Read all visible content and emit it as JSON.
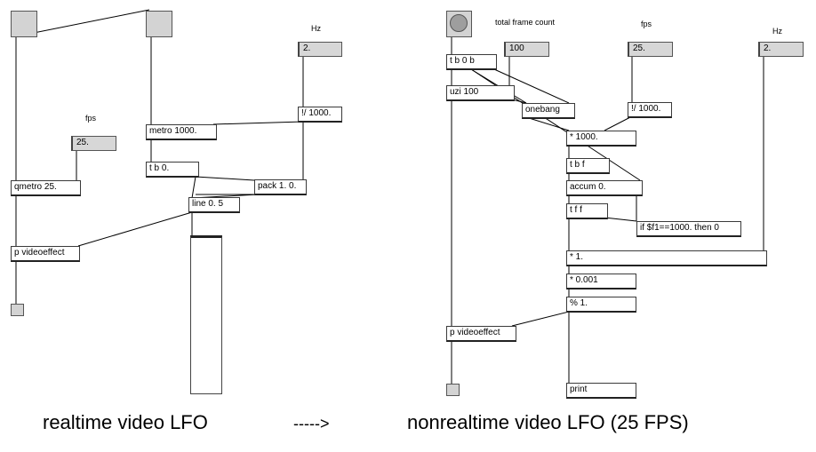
{
  "left_patch": {
    "labels": {
      "hz": "Hz",
      "fps": "fps"
    },
    "numbers": {
      "hz": "2.",
      "fps": "25."
    },
    "objects": {
      "metro": "metro 1000.",
      "div": "!/ 1000.",
      "tb": "t b 0.",
      "pack": "pack 1. 0.",
      "line": "line 0. 5",
      "qmetro": "qmetro 25.",
      "videoeffect": "p videoeffect"
    }
  },
  "right_patch": {
    "labels": {
      "total": "total frame count",
      "fps": "fps",
      "hz": "Hz"
    },
    "numbers": {
      "total": "100",
      "fps": "25.",
      "hz": "2."
    },
    "objects": {
      "tb0b": "t b 0 b",
      "uzi": "uzi 100",
      "onebang": "onebang",
      "div": "!/ 1000.",
      "mul1000": "* 1000.",
      "tbf": "t b f",
      "accum": "accum 0.",
      "tff": "t f f",
      "if": "if $f1==1000. then 0",
      "mul1": "* 1.",
      "mul001": "* 0.001",
      "mod": "% 1.",
      "videoeffect": "p videoeffect",
      "print": "print"
    }
  },
  "captions": {
    "left": "realtime video LFO",
    "arrow": "----->",
    "right": "nonrealtime video LFO (25 FPS)"
  }
}
